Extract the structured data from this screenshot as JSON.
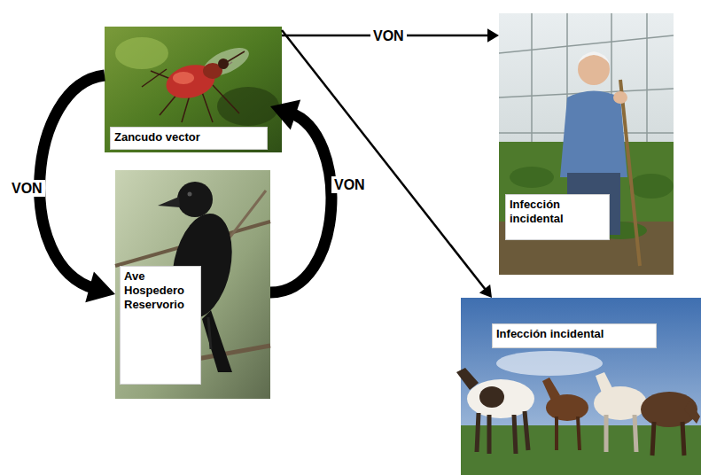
{
  "diagram": {
    "nodes": [
      {
        "text": [
          "Zancudo vector"
        ]
      },
      {
        "text": [
          "Ave Hospedero Reservorio"
        ]
      },
      {
        "text": [
          "Infección incidental"
        ]
      },
      {
        "text": [
          "Infección incidental"
        ]
      }
    ],
    "edges": [
      {
        "from": 0,
        "to": 1,
        "label": "VON",
        "arrow": "to"
      },
      {
        "from": 1,
        "to": 0,
        "label": "VON",
        "arrow": "to"
      },
      {
        "from": 0,
        "to": 2,
        "label": "VON",
        "arrow": "to"
      },
      {
        "from": 0,
        "to": 3,
        "arrow": "to"
      }
    ]
  }
}
